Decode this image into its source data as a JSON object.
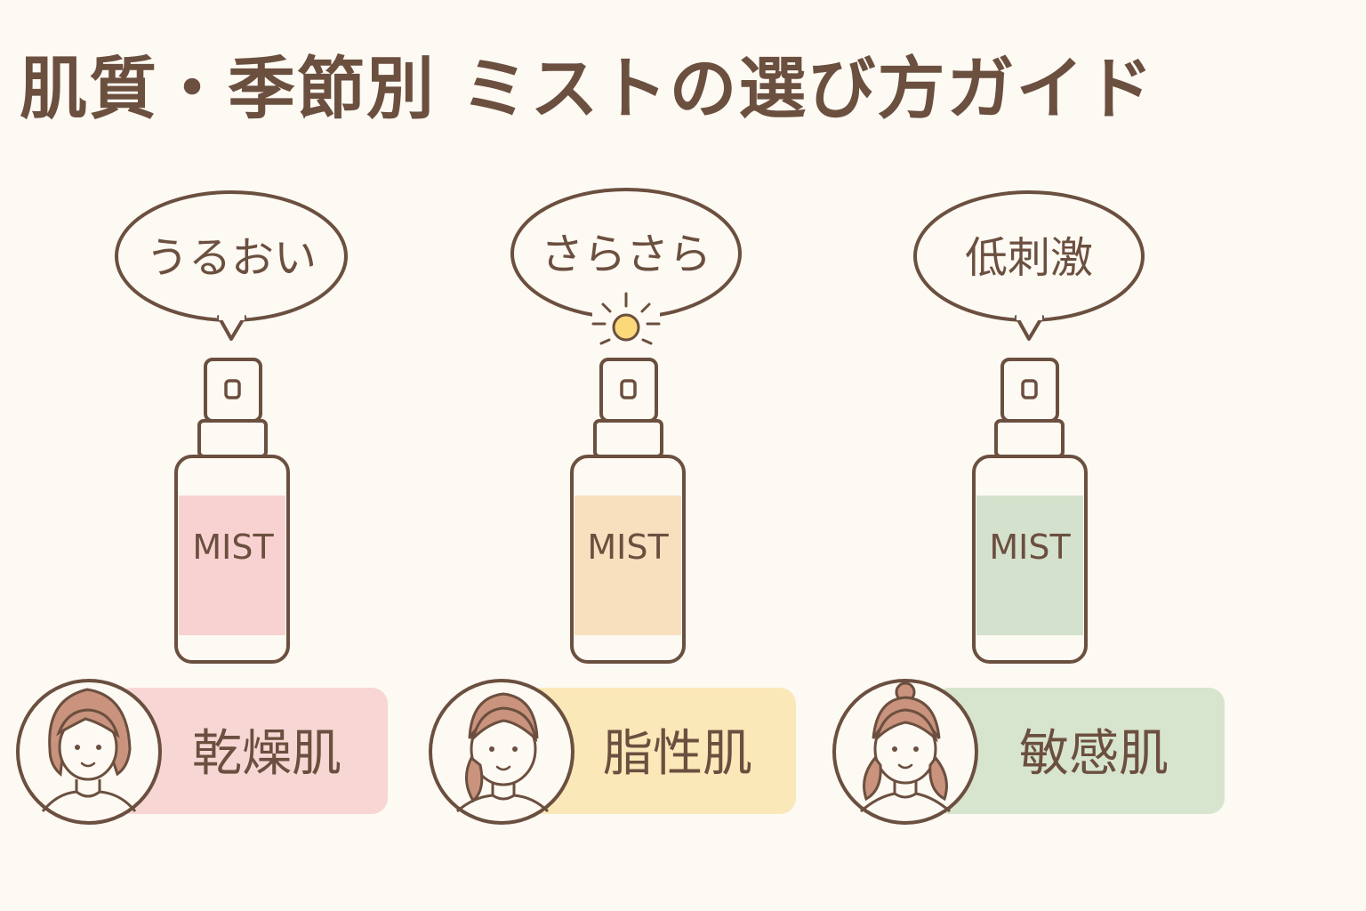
{
  "title": "肌質・季節別 ミストの選び方ガイド",
  "colors": {
    "outline": "#6b4f3f",
    "background": "#fdf9f3",
    "dry_label": "#f8d2d0",
    "oily_label": "#f8dfbe",
    "sensitive_label": "#d4e1cc",
    "dry_panel": "#f8d6d4",
    "oily_panel": "#fbe8b9",
    "sensitive_panel": "#d7e4ce",
    "sun": "#fbd87a"
  },
  "columns": [
    {
      "bubble": "うるおい",
      "bottle_label": "MIST",
      "skin_type": "乾燥肌",
      "label_color": "#f8d2d0",
      "panel_color": "#f8d6d4"
    },
    {
      "bubble": "さらさら",
      "bottle_label": "MIST",
      "skin_type": "脂性肌",
      "label_color": "#f8dfbe",
      "panel_color": "#fbe8b9",
      "icon": "sun-icon"
    },
    {
      "bubble": "低刺激",
      "bottle_label": "MIST",
      "skin_type": "敏感肌",
      "label_color": "#d4e1cc",
      "panel_color": "#d7e4ce"
    }
  ]
}
